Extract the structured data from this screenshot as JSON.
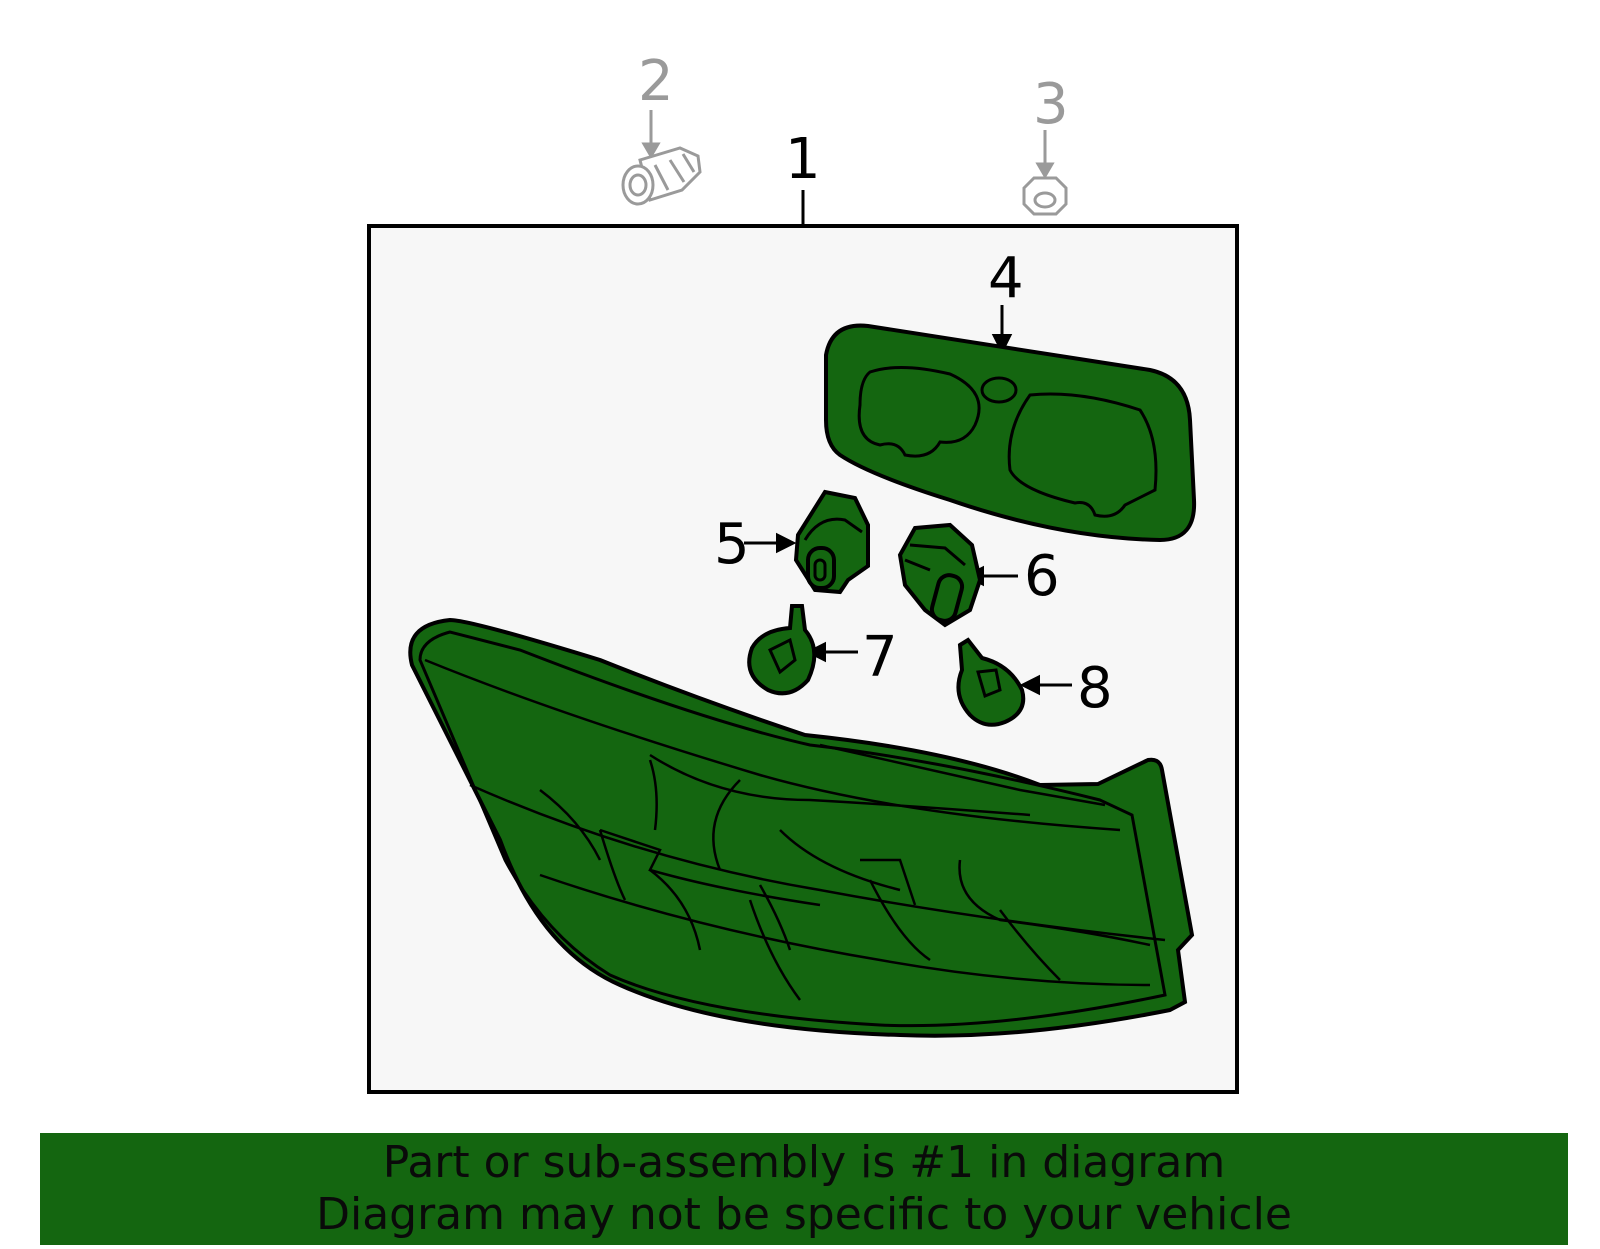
{
  "callouts": {
    "c1": "1",
    "c2": "2",
    "c3": "3",
    "c4": "4",
    "c5": "5",
    "c6": "6",
    "c7": "7",
    "c8": "8"
  },
  "banner": {
    "line1": "Part or sub-assembly is #1 in diagram",
    "line2": "Diagram may not be specific to your vehicle"
  },
  "colors": {
    "part_fill": "#146610",
    "banner_bg": "#146610",
    "box_bg": "#f7f7f7",
    "outline": "#000000",
    "grey_part": "#9a9a9a"
  }
}
